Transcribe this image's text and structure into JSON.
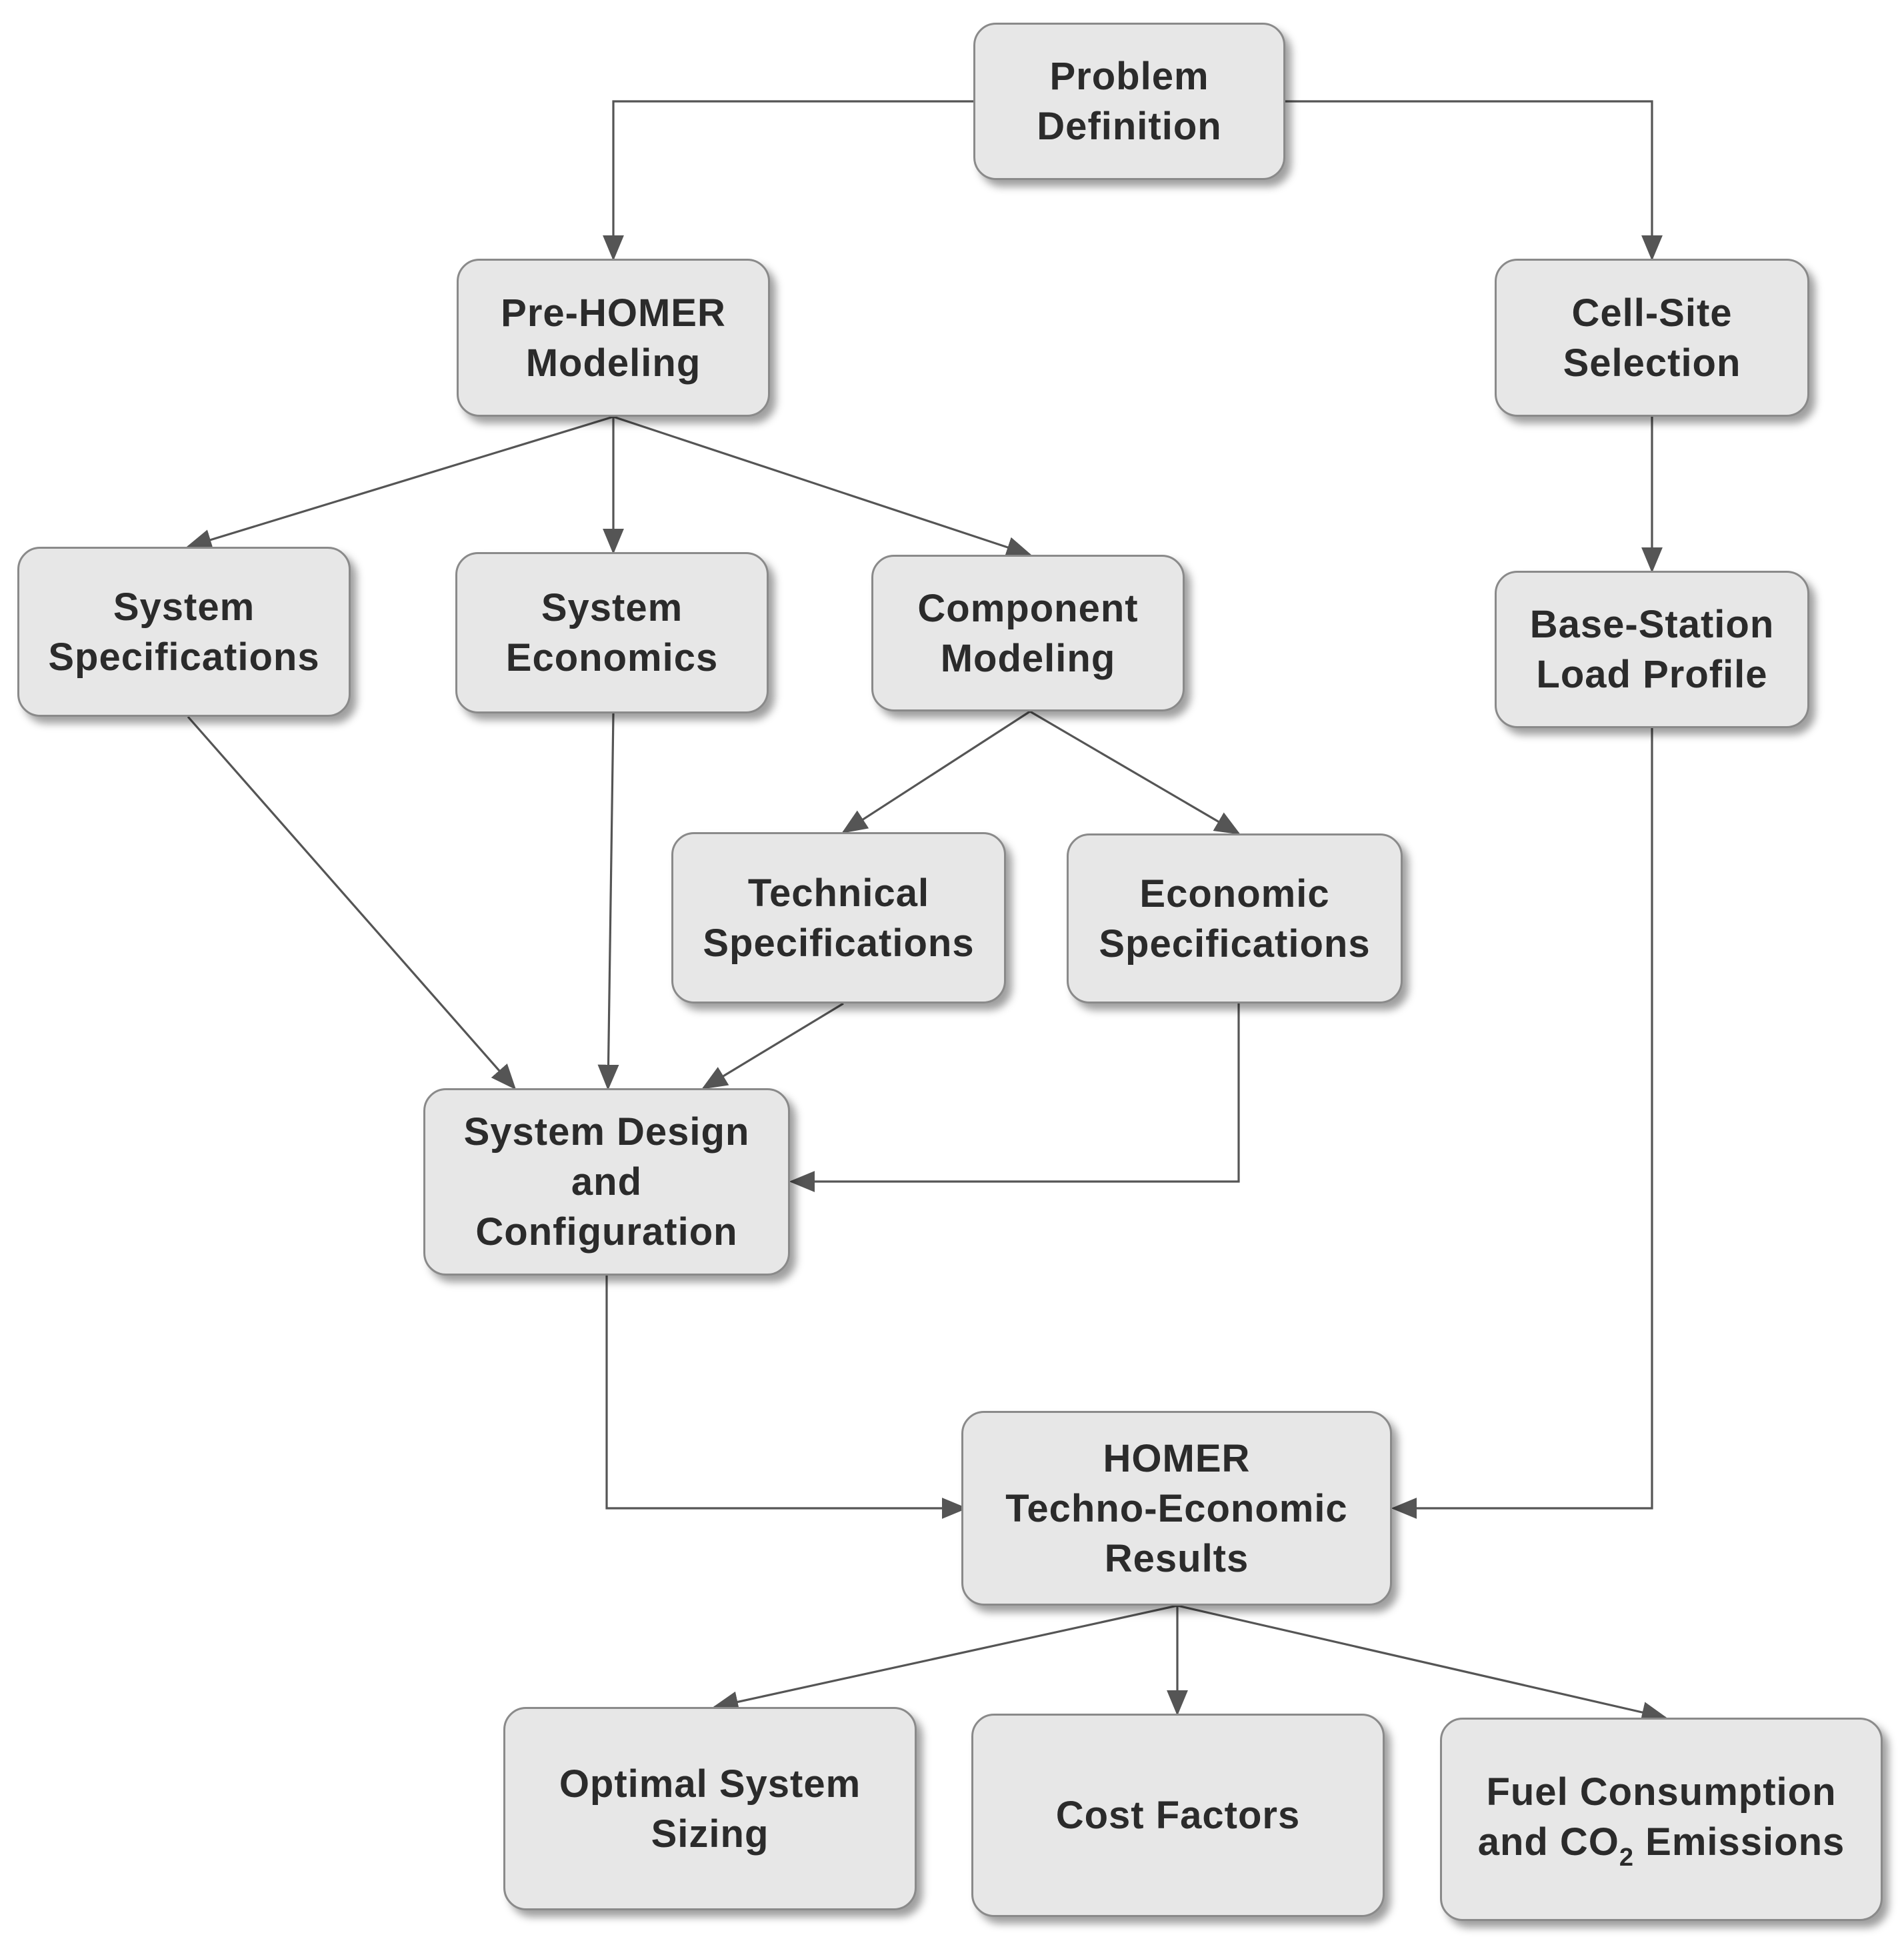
{
  "nodes": {
    "problem_definition": {
      "line1": "Problem",
      "line2": "Definition"
    },
    "pre_homer_modeling": {
      "line1": "Pre-HOMER",
      "line2": "Modeling"
    },
    "cell_site_selection": {
      "line1": "Cell-Site",
      "line2": "Selection"
    },
    "system_specifications": {
      "line1": "System",
      "line2": "Specifications"
    },
    "system_economics": {
      "line1": "System",
      "line2": "Economics"
    },
    "component_modeling": {
      "line1": "Component",
      "line2": "Modeling"
    },
    "base_station_load_profile": {
      "line1": "Base-Station",
      "line2": "Load Profile"
    },
    "technical_specifications": {
      "line1": "Technical",
      "line2": "Specifications"
    },
    "economic_specifications": {
      "line1": "Economic",
      "line2": "Specifications"
    },
    "system_design_configuration": {
      "line1": "System Design",
      "line2": "and",
      "line3": "Configuration"
    },
    "homer_results": {
      "line1": "HOMER",
      "line2": "Techno-Economic",
      "line3": "Results"
    },
    "optimal_system_sizing": {
      "line1": "Optimal System",
      "line2": "Sizing"
    },
    "cost_factors": {
      "line1": "Cost Factors"
    },
    "fuel_consumption_emissions": {
      "line1": "Fuel Consumption",
      "line2_prefix": "and CO",
      "line2_subscript": "2",
      "line2_suffix": " Emissions"
    }
  },
  "connections": [
    {
      "from": "Problem Definition",
      "to": "Pre-HOMER Modeling"
    },
    {
      "from": "Problem Definition",
      "to": "Cell-Site Selection"
    },
    {
      "from": "Pre-HOMER Modeling",
      "to": "System Specifications"
    },
    {
      "from": "Pre-HOMER Modeling",
      "to": "System Economics"
    },
    {
      "from": "Pre-HOMER Modeling",
      "to": "Component Modeling"
    },
    {
      "from": "Cell-Site Selection",
      "to": "Base-Station Load Profile"
    },
    {
      "from": "Component Modeling",
      "to": "Technical Specifications"
    },
    {
      "from": "Component Modeling",
      "to": "Economic Specifications"
    },
    {
      "from": "System Specifications",
      "to": "System Design and Configuration"
    },
    {
      "from": "System Economics",
      "to": "System Design and Configuration"
    },
    {
      "from": "Technical Specifications",
      "to": "System Design and Configuration"
    },
    {
      "from": "Economic Specifications",
      "to": "System Design and Configuration"
    },
    {
      "from": "System Design and Configuration",
      "to": "HOMER Techno-Economic Results"
    },
    {
      "from": "Base-Station Load Profile",
      "to": "HOMER Techno-Economic Results"
    },
    {
      "from": "HOMER Techno-Economic Results",
      "to": "Optimal System Sizing"
    },
    {
      "from": "HOMER Techno-Economic Results",
      "to": "Cost Factors"
    },
    {
      "from": "HOMER Techno-Economic Results",
      "to": "Fuel Consumption and CO2 Emissions"
    }
  ],
  "colors": {
    "node_fill": "#e7e7e7",
    "node_border": "#8a8a8a",
    "text": "#2b2b2b",
    "connector": "#555555"
  }
}
